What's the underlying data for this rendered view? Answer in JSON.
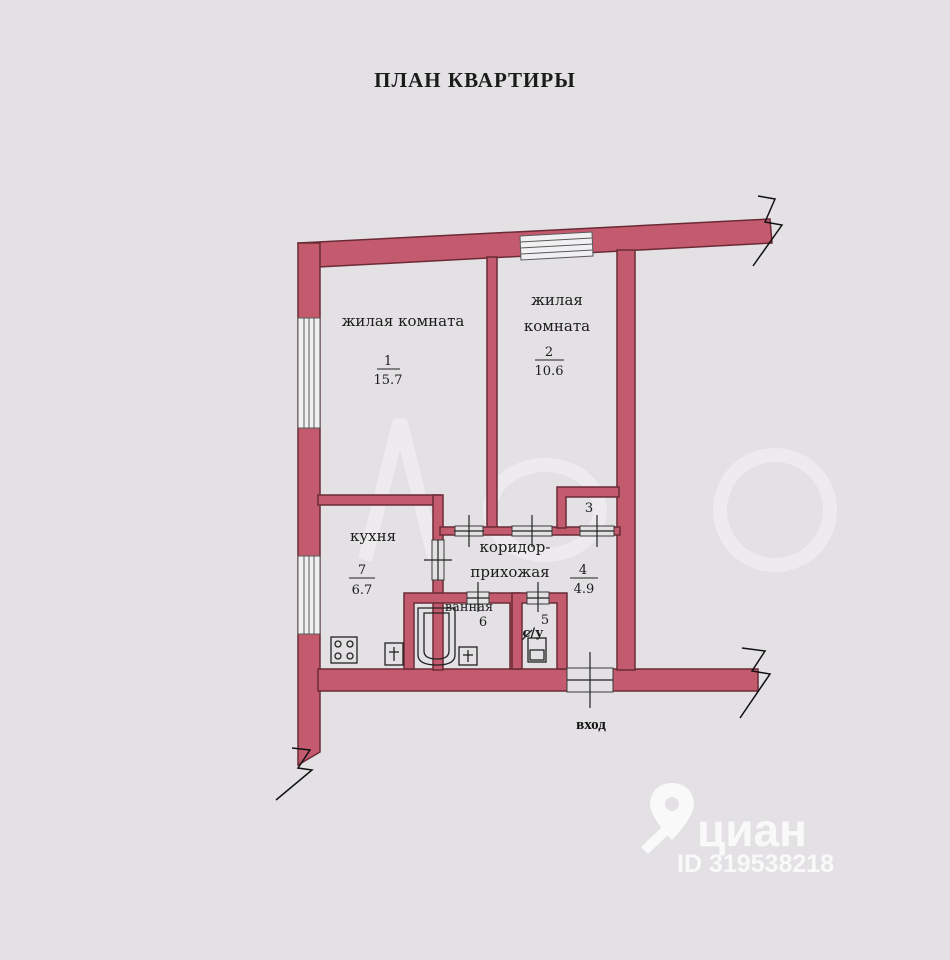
{
  "title": "ПЛАН  КВАРТИРЫ",
  "colors": {
    "wall": "#c45a6e",
    "wall_stroke": "#6b2a36",
    "background": "#e3e1e4",
    "watermark": "#ffffff"
  },
  "rooms": [
    {
      "id": 1,
      "name": "жилая комната",
      "number": "1",
      "area": "15.7"
    },
    {
      "id": 2,
      "name_line1": "жилая",
      "name_line2": "комната",
      "number": "2",
      "area": "10.6"
    },
    {
      "id": 3,
      "number": "3"
    },
    {
      "id": 4,
      "name_line1": "коридор-",
      "name_line2": "прихожая",
      "number": "4",
      "area": "4.9"
    },
    {
      "id": 5,
      "name": "с/у",
      "number": "5"
    },
    {
      "id": 6,
      "name": "ванная",
      "number": "6"
    },
    {
      "id": 7,
      "name": "кухня",
      "number": "7",
      "area": "6.7"
    }
  ],
  "entrance_label": "вход",
  "watermark": {
    "brand": "циан",
    "id_text": "ID 319538218",
    "icon": "map-pin-icon"
  }
}
